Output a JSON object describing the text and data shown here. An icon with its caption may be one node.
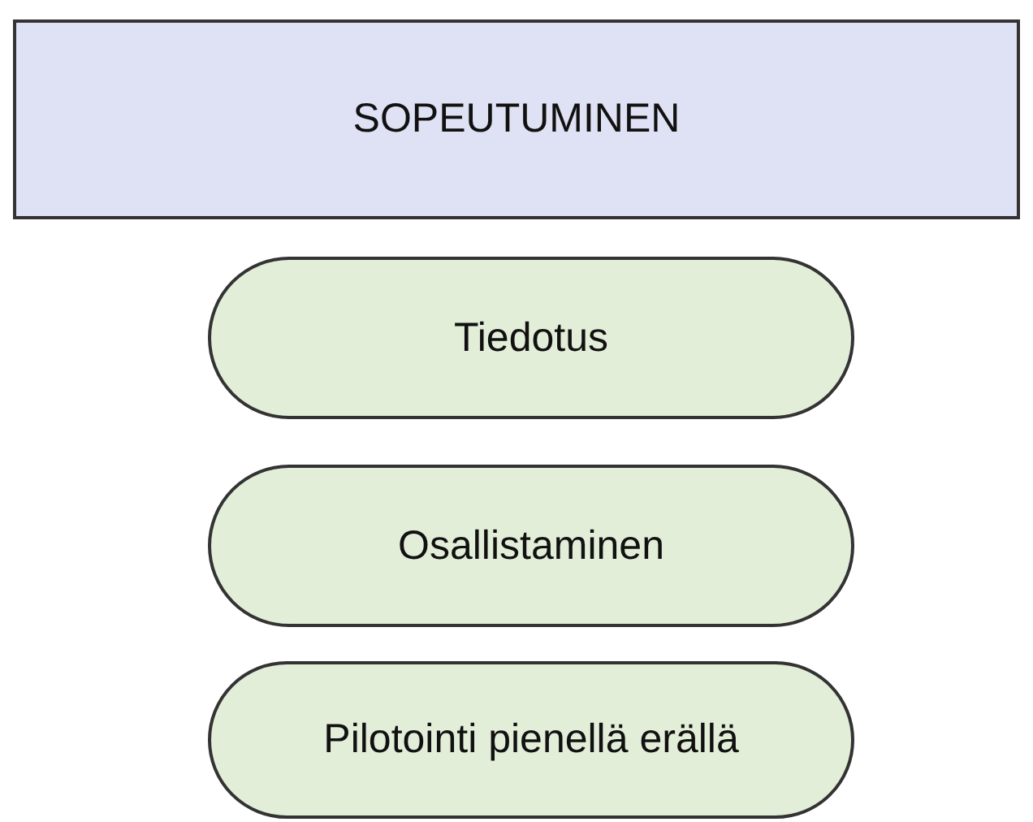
{
  "diagram": {
    "nodes": [
      {
        "text": [
          "SOPEUTUMINEN"
        ]
      },
      {
        "text": [
          "Tiedotus"
        ]
      },
      {
        "text": [
          "Osallistaminen"
        ]
      },
      {
        "text": [
          "Pilotointi pienellä erällä"
        ]
      }
    ]
  }
}
